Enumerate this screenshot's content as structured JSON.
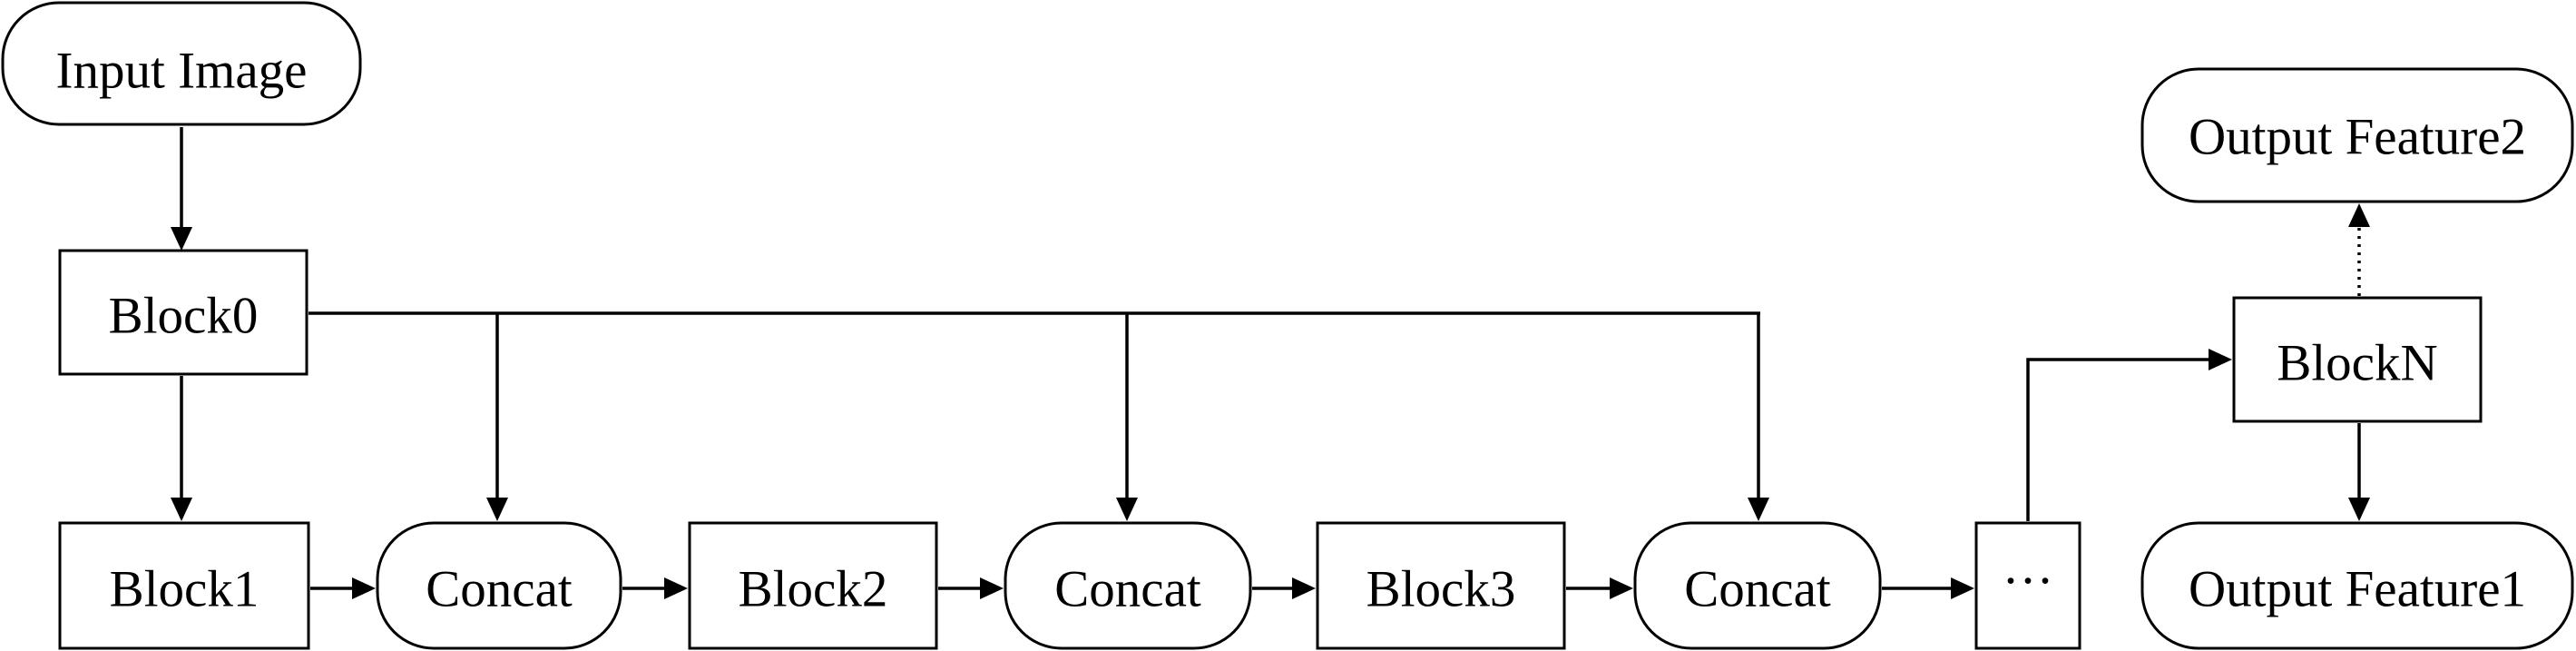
{
  "diagram": {
    "nodes": {
      "input_image": {
        "label": "Input Image",
        "shape": "rounded"
      },
      "block0": {
        "label": "Block0",
        "shape": "rect"
      },
      "block1": {
        "label": "Block1",
        "shape": "rect"
      },
      "concat1": {
        "label": "Concat",
        "shape": "rounded"
      },
      "block2": {
        "label": "Block2",
        "shape": "rect"
      },
      "concat2": {
        "label": "Concat",
        "shape": "rounded"
      },
      "block3": {
        "label": "Block3",
        "shape": "rect"
      },
      "concat3": {
        "label": "Concat",
        "shape": "rounded"
      },
      "ellipsis": {
        "label": "···",
        "shape": "rect"
      },
      "blockN": {
        "label": "BlockN",
        "shape": "rect"
      },
      "output_feature1": {
        "label": "Output Feature1",
        "shape": "rounded"
      },
      "output_feature2": {
        "label": "Output Feature2",
        "shape": "rounded"
      }
    },
    "edges": [
      {
        "from": "input_image",
        "to": "block0",
        "style": "solid"
      },
      {
        "from": "block0",
        "to": "block1",
        "style": "solid"
      },
      {
        "from": "block0",
        "to": "concat1",
        "style": "solid"
      },
      {
        "from": "block0",
        "to": "concat2",
        "style": "solid"
      },
      {
        "from": "block0",
        "to": "concat3",
        "style": "solid"
      },
      {
        "from": "block1",
        "to": "concat1",
        "style": "solid"
      },
      {
        "from": "concat1",
        "to": "block2",
        "style": "solid"
      },
      {
        "from": "block2",
        "to": "concat2",
        "style": "solid"
      },
      {
        "from": "concat2",
        "to": "block3",
        "style": "solid"
      },
      {
        "from": "block3",
        "to": "concat3",
        "style": "solid"
      },
      {
        "from": "concat3",
        "to": "ellipsis",
        "style": "solid"
      },
      {
        "from": "ellipsis",
        "to": "blockN",
        "style": "solid"
      },
      {
        "from": "blockN",
        "to": "output_feature1",
        "style": "solid"
      },
      {
        "from": "blockN",
        "to": "output_feature2",
        "style": "dotted"
      }
    ],
    "colors": {
      "stroke": "#000000",
      "fill": "#ffffff",
      "text": "#000000"
    }
  }
}
